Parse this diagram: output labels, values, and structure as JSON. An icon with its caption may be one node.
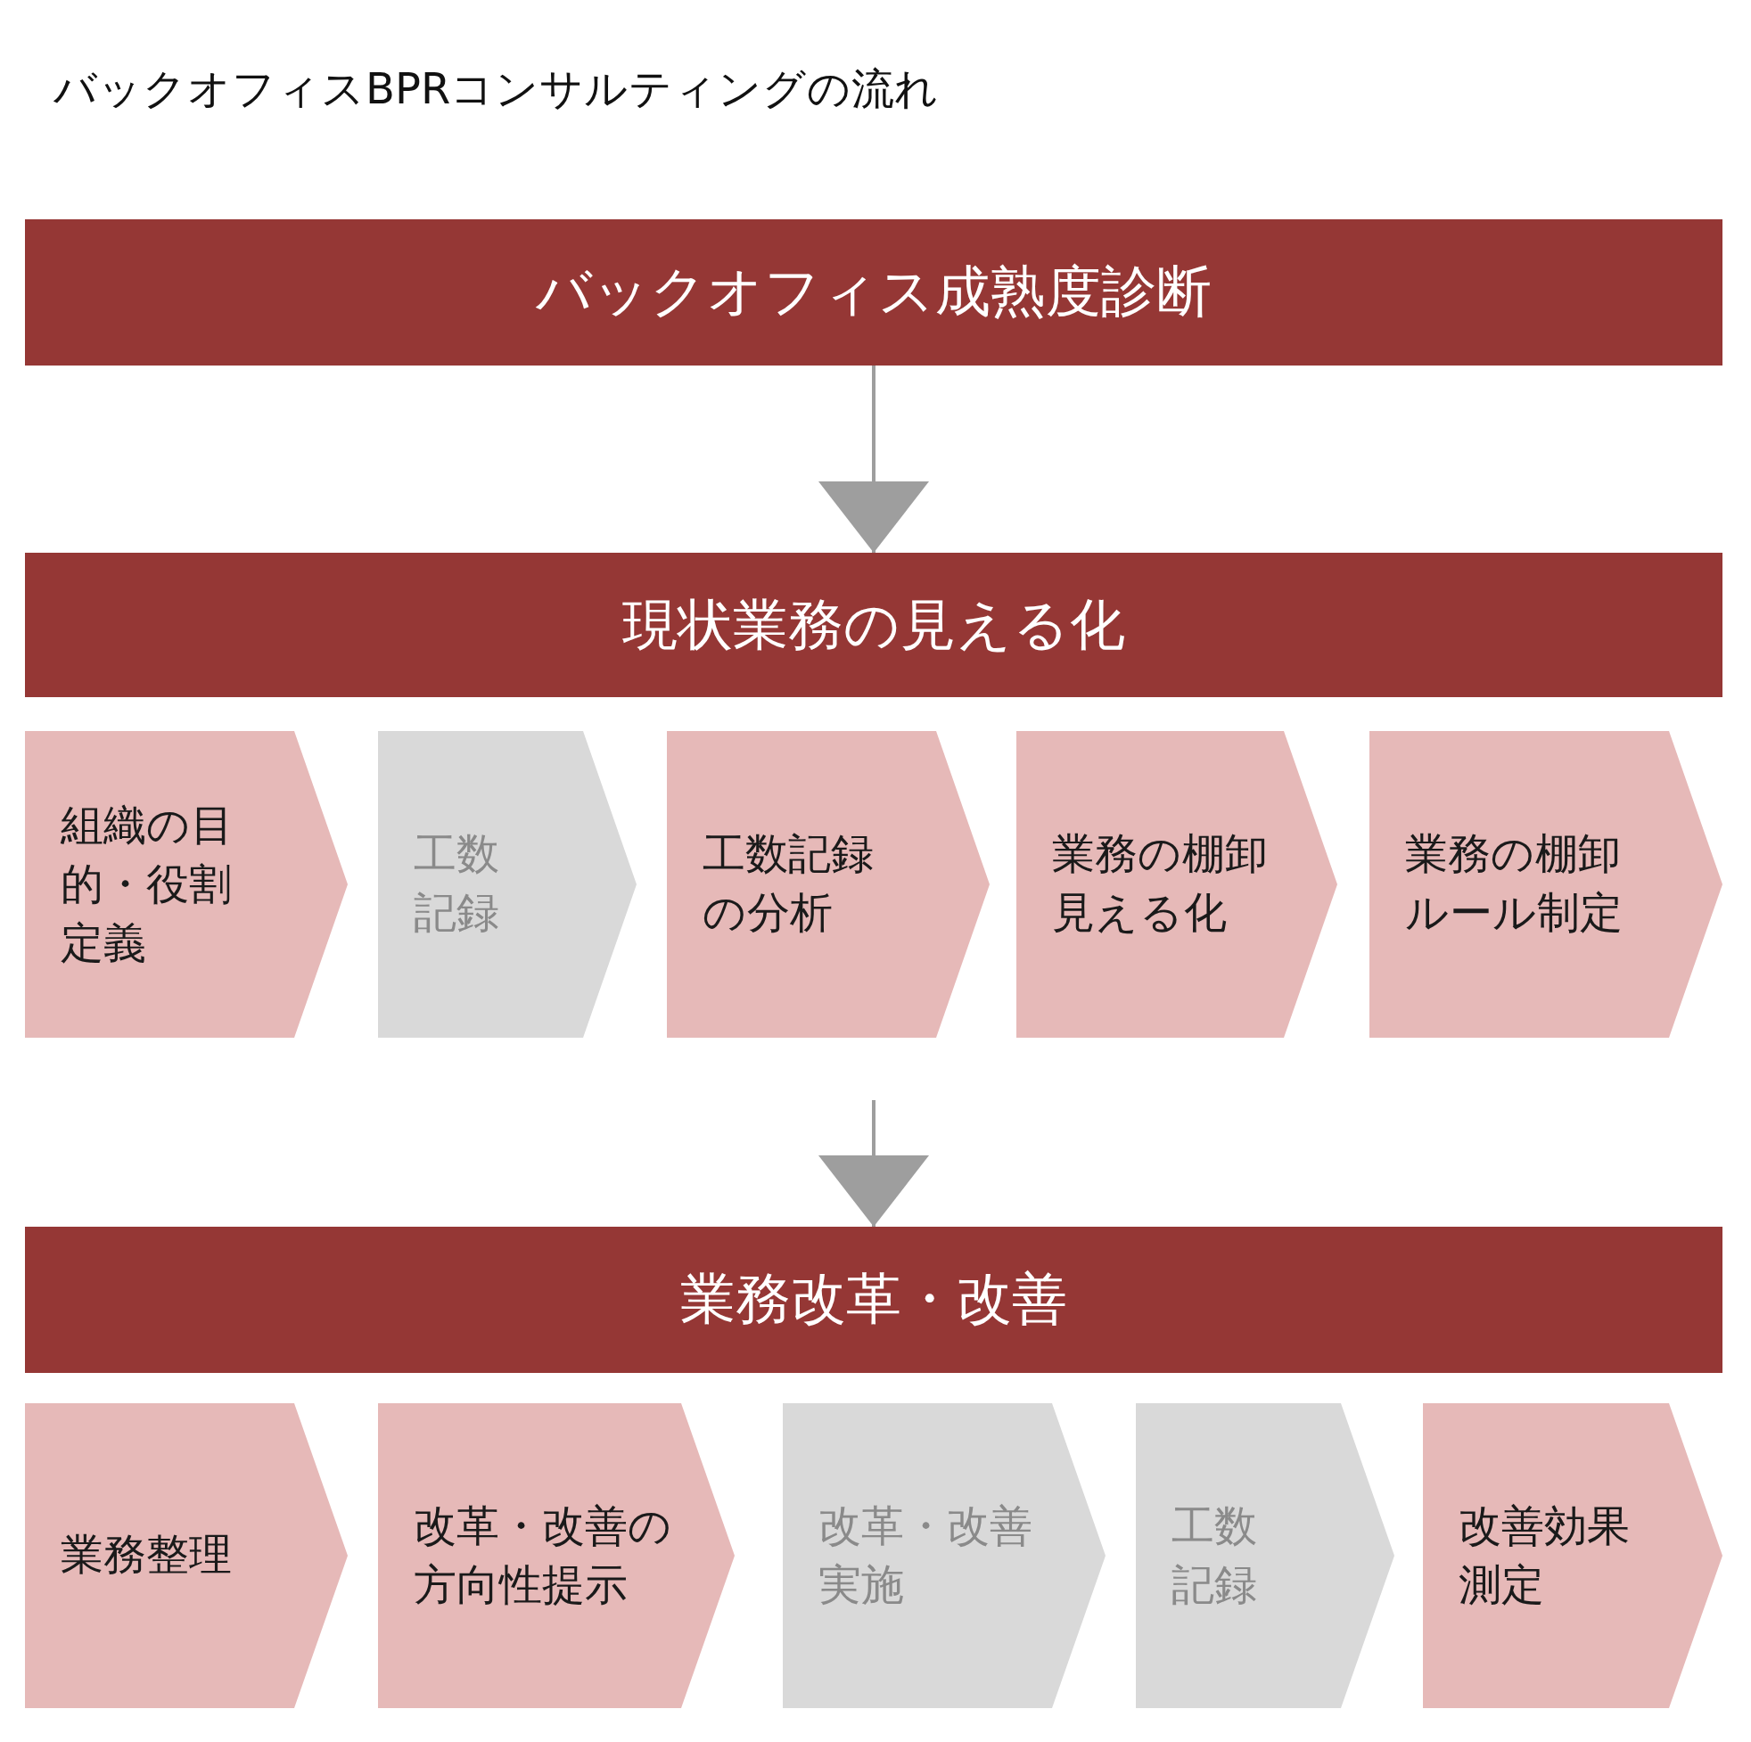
{
  "diagram": {
    "title": "バックオフィスBPRコンサルティングの流れ",
    "nodes": [
      {
        "text": [
          "バックオフィス成熟度診断"
        ]
      },
      {
        "text": [
          "現状業務の見える化"
        ]
      },
      {
        "text": [
          "組織の目的・役割定義"
        ]
      },
      {
        "text": [
          "工数記録"
        ]
      },
      {
        "text": [
          "工数記録の分析"
        ]
      },
      {
        "text": [
          "業務の棚卸見える化"
        ]
      },
      {
        "text": [
          "業務の棚卸ルール制定"
        ]
      },
      {
        "text": [
          "業務改革・改善"
        ]
      },
      {
        "text": [
          "業務整理"
        ]
      },
      {
        "text": [
          "改革・改善の方向性提示"
        ]
      },
      {
        "text": [
          "改革・改善実施"
        ]
      },
      {
        "text": [
          "工数記録"
        ]
      },
      {
        "text": [
          "改善効果測定"
        ]
      }
    ],
    "edges": [
      {
        "from": 0,
        "to": 1,
        "arrow": "to"
      },
      {
        "from": null,
        "to": 7,
        "arrow": "to"
      }
    ]
  }
}
